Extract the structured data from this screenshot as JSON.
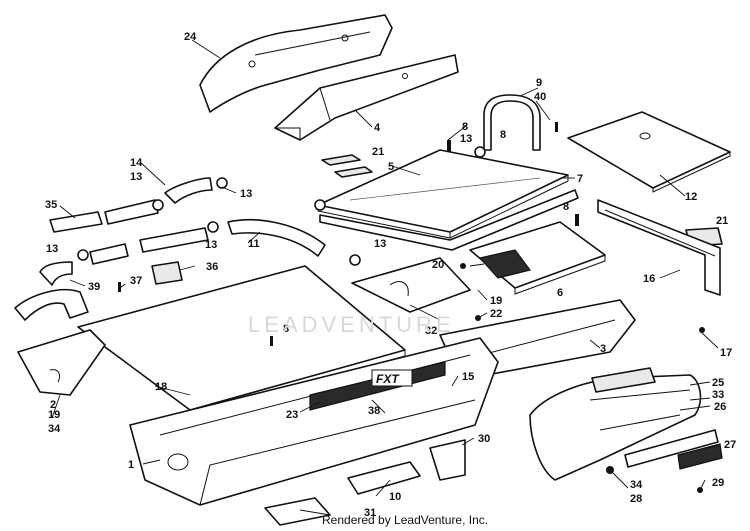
{
  "watermark": "LEADVENTURE",
  "credit": "Rendered by LeadVenture, Inc.",
  "emblem_text": "FXT",
  "callouts": [
    "1",
    "2",
    "3",
    "4",
    "5",
    "6",
    "7",
    "8",
    "8",
    "8",
    "8",
    "9",
    "10",
    "11",
    "12",
    "13",
    "13",
    "13",
    "13",
    "13",
    "13",
    "14",
    "15",
    "16",
    "17",
    "18",
    "19",
    "19",
    "20",
    "21",
    "21",
    "22",
    "23",
    "24",
    "25",
    "26",
    "27",
    "28",
    "29",
    "30",
    "31",
    "32",
    "33",
    "34",
    "34",
    "35",
    "36",
    "37",
    "38",
    "39",
    "40"
  ]
}
